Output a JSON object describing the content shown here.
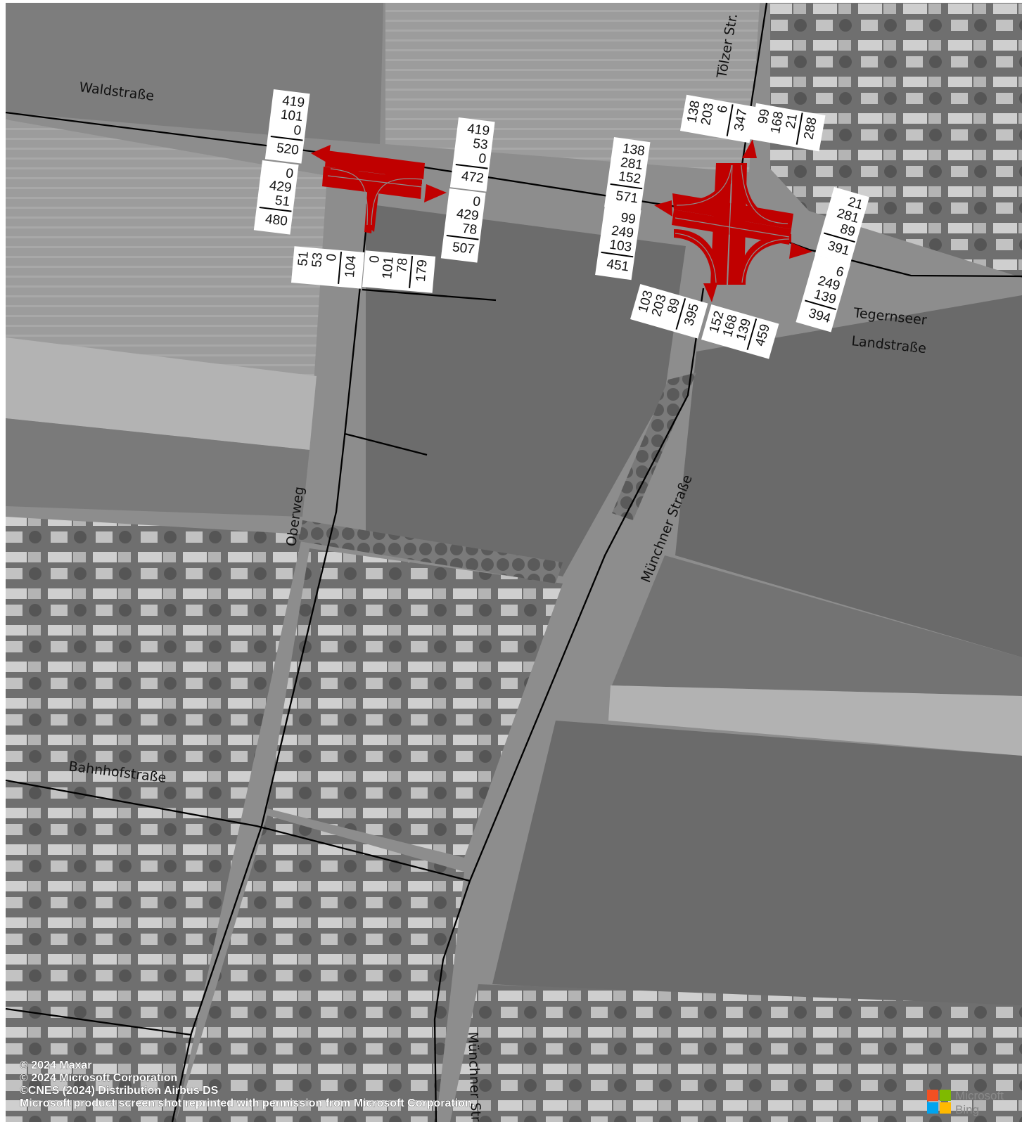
{
  "roads": {
    "waldstrasse": "Waldstraße",
    "toelzer": "Tölzer Str.",
    "oberweg": "Oberweg",
    "muenchner_1": "Münchner Straße",
    "muenchner_2": "Münchner Str",
    "bahnhofstrasse": "Bahnhofstraße",
    "tegernseer_1": "Tegernseer",
    "tegernseer_2": "Landstraße"
  },
  "counts": {
    "west": {
      "west_out": [
        "419",
        "101",
        "0",
        "520"
      ],
      "west_in": [
        "0",
        "429",
        "51",
        "480"
      ],
      "east_out": [
        "419",
        "53",
        "0",
        "472"
      ],
      "east_in": [
        "0",
        "429",
        "78",
        "507"
      ],
      "south_in": [
        "51",
        "53",
        "0",
        "104"
      ],
      "south_out": [
        "0",
        "101",
        "78",
        "179"
      ]
    },
    "east": {
      "north_in": [
        "138",
        "203",
        "6",
        "347"
      ],
      "north_out": [
        "99",
        "168",
        "21",
        "288"
      ],
      "west_out": [
        "138",
        "281",
        "152",
        "571"
      ],
      "west_in": [
        "99",
        "249",
        "103",
        "451"
      ],
      "east_in": [
        "21",
        "281",
        "89",
        "391"
      ],
      "east_out": [
        "6",
        "249",
        "139",
        "394"
      ],
      "south_in": [
        "103",
        "203",
        "89",
        "395"
      ],
      "south_out": [
        "152",
        "168",
        "139",
        "459"
      ]
    }
  },
  "attribution": [
    "© 2024 Maxar",
    "© 2024 Microsoft Corporation",
    "©CNES (2024) Distribution Airbus DS",
    "Microsoft product screen shot reprinted with permission from Microsoft Corporation."
  ],
  "logo": {
    "text": "Microsoft Bing",
    "colors": [
      "#f25022",
      "#7fba00",
      "#00a4ef",
      "#ffb900"
    ]
  },
  "colors": {
    "flow": "#c00000",
    "roadline": "#000000"
  }
}
